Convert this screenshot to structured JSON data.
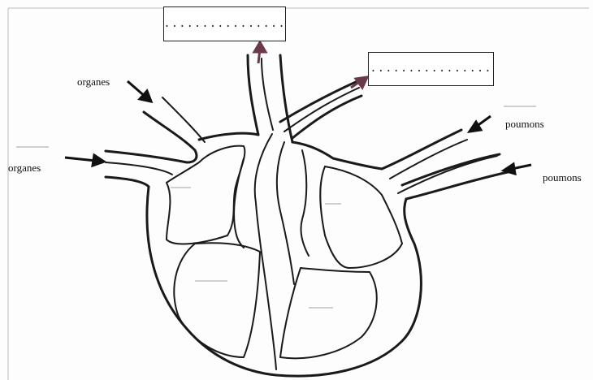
{
  "diagram": {
    "labels": {
      "organes_top": "organes",
      "organes_left": "organes",
      "poumons_top": "poumons",
      "poumons_bottom": "poumons"
    },
    "answer_boxes": {
      "top": "................",
      "right": "................"
    },
    "colors": {
      "outline": "#1a1a1a",
      "arrow": "#111111",
      "exit_arrow": "#6b3a4a"
    }
  }
}
